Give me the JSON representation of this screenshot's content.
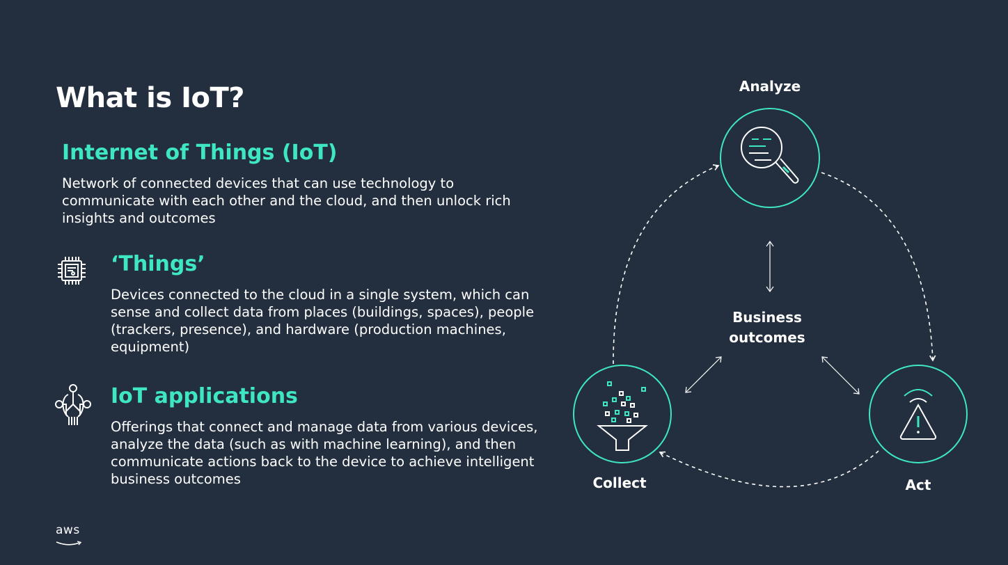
{
  "slide": {
    "title": "What is IoT?",
    "sections": [
      {
        "heading": "Internet of Things (IoT)",
        "body": "Network of connected devices that can use technology to communicate with each other and the cloud, and then unlock rich insights and outcomes"
      },
      {
        "heading": "‘Things’",
        "icon": "chip-icon",
        "body": "Devices connected to the cloud in a single system, which can sense and collect data from places (buildings, spaces), people (trackers, presence), and hardware (production machines, equipment)"
      },
      {
        "heading": "IoT applications",
        "icon": "circuit-brain-icon",
        "body": "Offerings that connect and manage data from various devices, analyze the data (such as with machine learning), and then communicate actions back to the device to achieve intelligent business outcomes"
      }
    ],
    "logo_text": "aws"
  },
  "diagram": {
    "center_line1": "Business",
    "center_line2": "outcomes",
    "nodes": {
      "analyze": {
        "label": "Analyze",
        "icon": "magnifier-icon"
      },
      "collect": {
        "label": "Collect",
        "icon": "funnel-icon"
      },
      "act": {
        "label": "Act",
        "icon": "warning-signal-icon"
      }
    },
    "colors": {
      "background": "#232f3e",
      "accent": "#3ee6c1",
      "text": "#ffffff"
    }
  }
}
